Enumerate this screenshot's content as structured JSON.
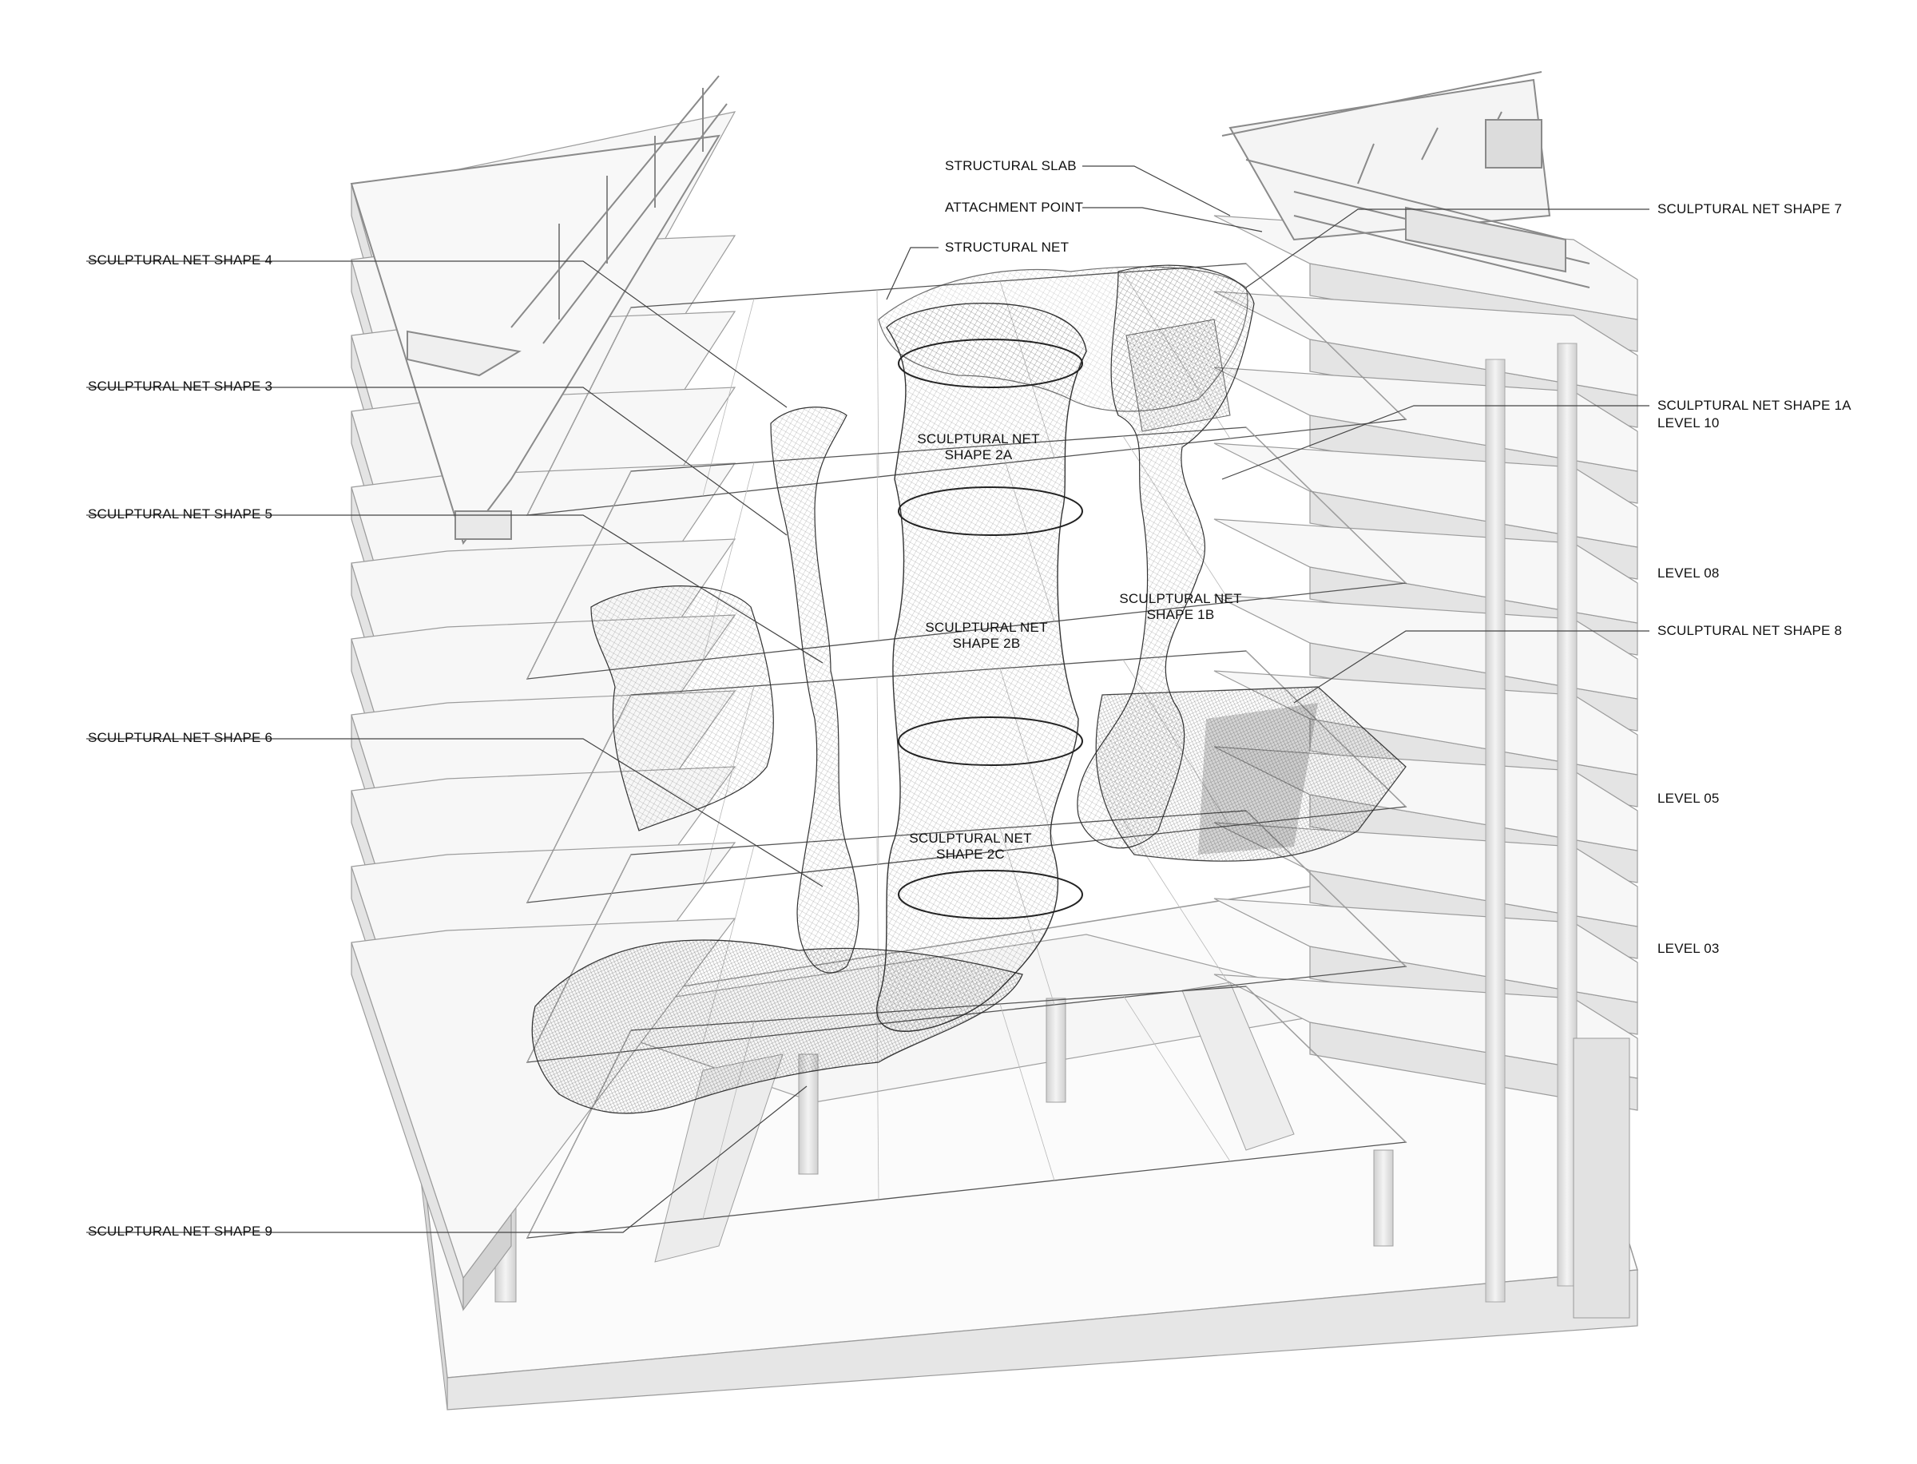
{
  "labels_left": [
    "SCULPTURAL NET SHAPE 4",
    "SCULPTURAL NET SHAPE 3",
    "SCULPTURAL NET SHAPE 5",
    "SCULPTURAL NET SHAPE 6",
    "SCULPTURAL NET SHAPE 9"
  ],
  "labels_top": [
    "STRUCTURAL SLAB",
    "ATTACHMENT POINT",
    "STRUCTURAL NET"
  ],
  "labels_right": [
    "SCULPTURAL NET SHAPE 7",
    "SCULPTURAL NET SHAPE 1A",
    "LEVEL 10",
    "LEVEL 08",
    "SCULPTURAL NET SHAPE 8",
    "LEVEL 05",
    "LEVEL 03"
  ],
  "labels_center": {
    "shape_2a": "SCULPTURAL NET SHAPE 2A",
    "shape_2b": "SCULPTURAL NET SHAPE 2B",
    "shape_1b": "SCULPTURAL NET SHAPE 1B",
    "shape_2c": "SCULPTURAL NET SHAPE 2C"
  },
  "colors": {
    "slab_top": "#f7f7f7",
    "slab_edge": "#e4e4e4",
    "slab_shadow": "#d2d2d2",
    "line": "#8a8a8a",
    "net": "#1a1a1a",
    "leader": "#444444"
  }
}
